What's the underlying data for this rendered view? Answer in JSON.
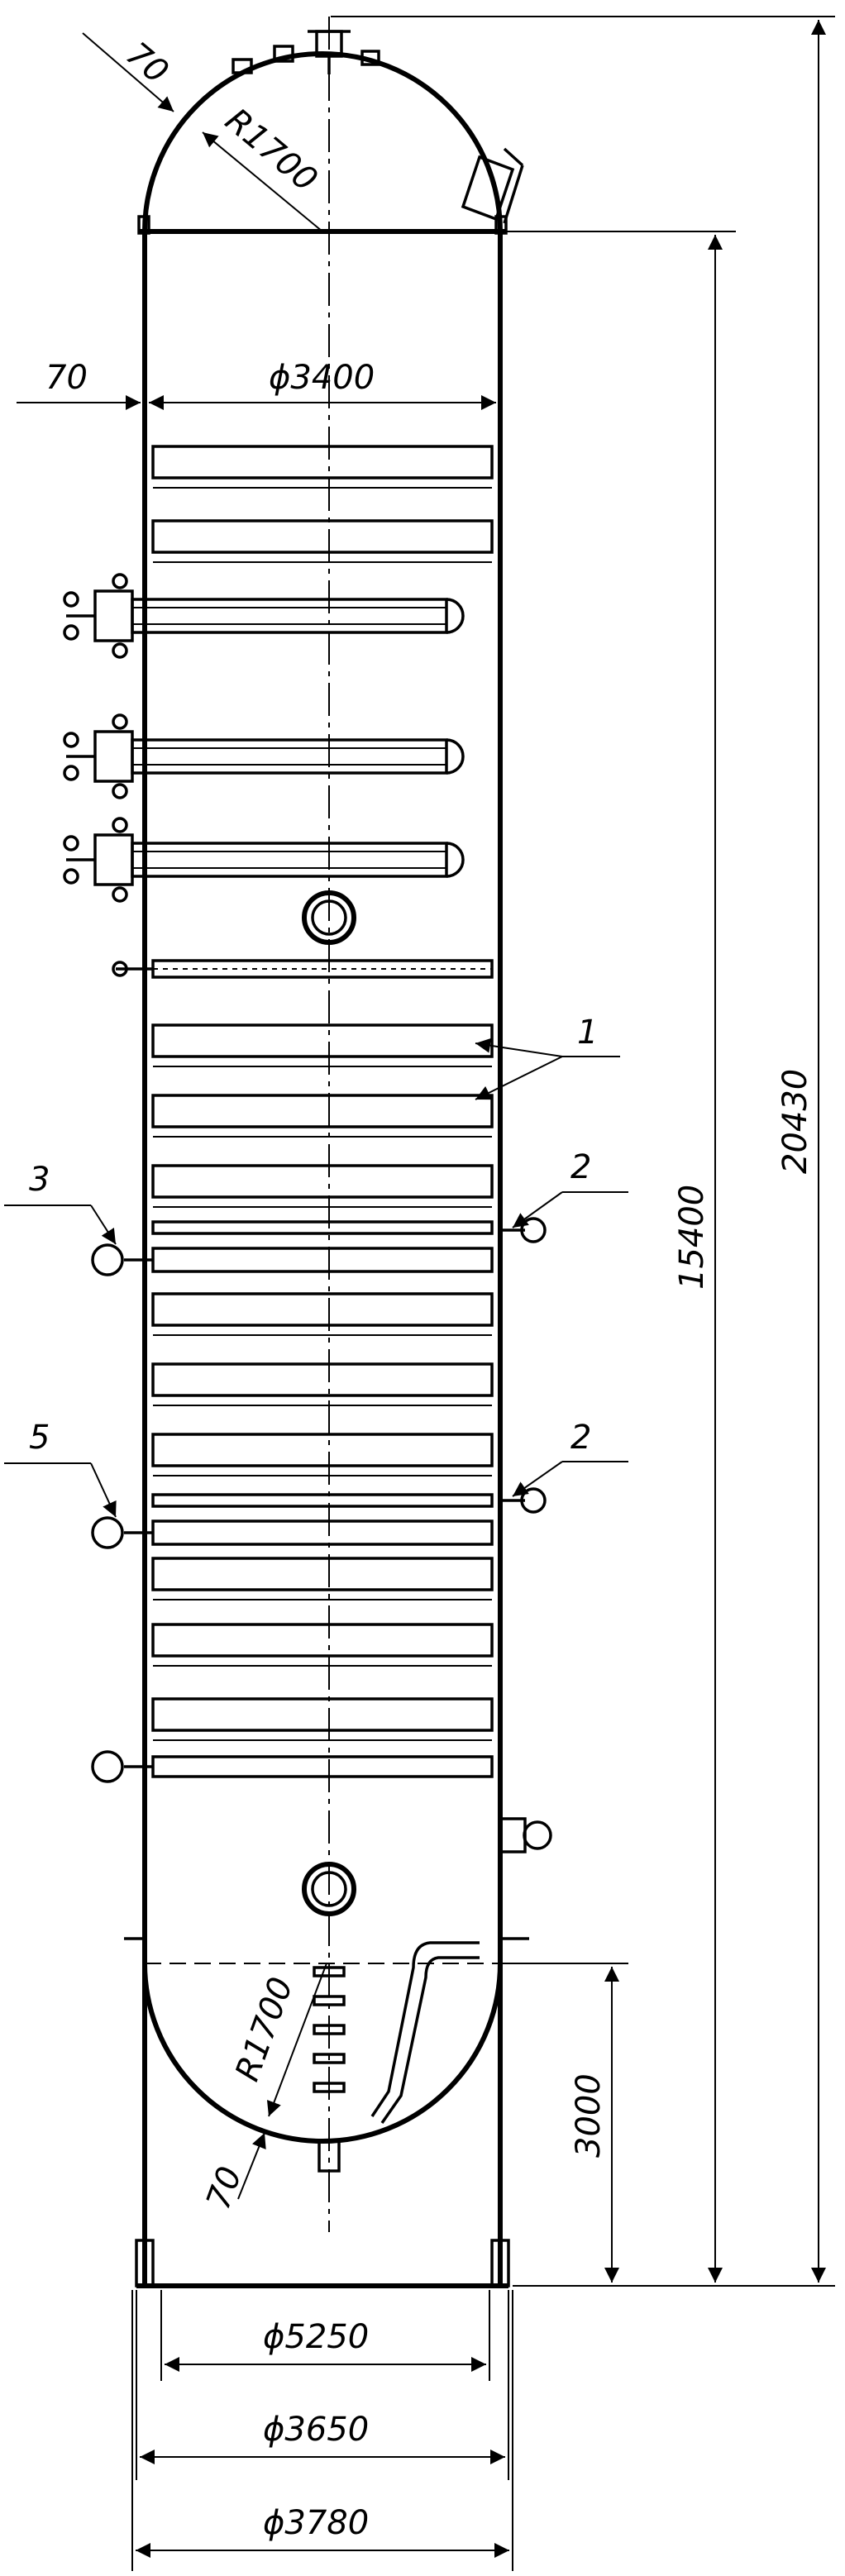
{
  "dimensions": {
    "nozzle_70_top": "70",
    "radius_top": "R1700",
    "shell_offset_70": "70",
    "shell_diameter": "ϕ3400",
    "height_overall": "20430",
    "height_shell": "15400",
    "bottom_head_height": "3000",
    "radius_bottom": "R1700",
    "wall_70_bottom": "70",
    "dia_5250": "ϕ5250",
    "dia_3650": "ϕ3650",
    "dia_3780": "ϕ3780"
  },
  "callouts": {
    "item_1": "1",
    "item_2_upper": "2",
    "item_2_lower": "2",
    "item_3": "3",
    "item_5": "5"
  },
  "colors": {
    "line": "#000000",
    "background": "#ffffff"
  }
}
